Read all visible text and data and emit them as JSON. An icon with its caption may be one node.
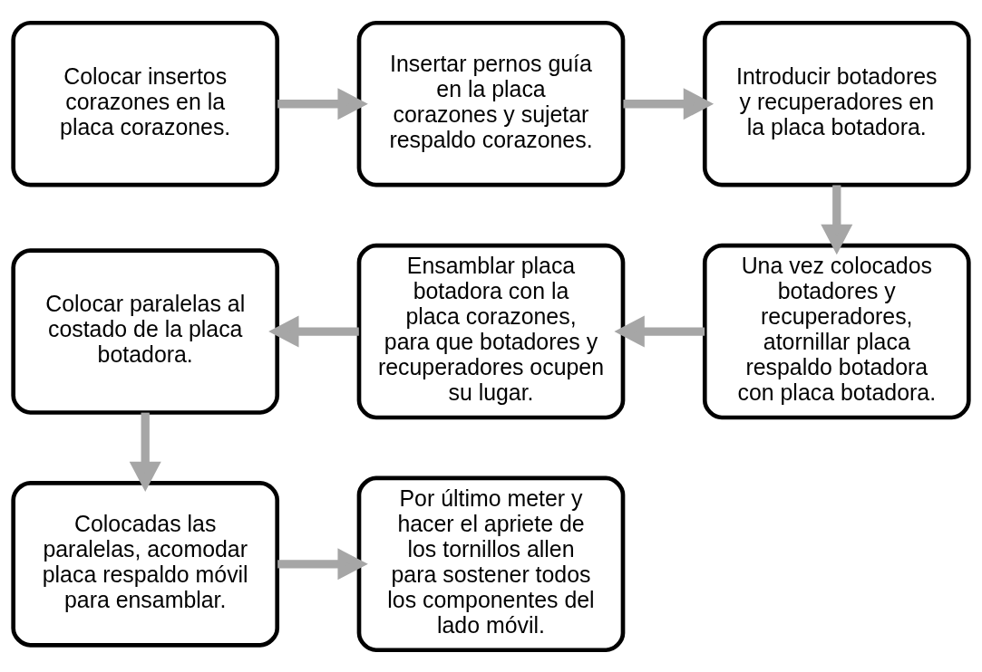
{
  "diagram": {
    "nodes": [
      {
        "text": [
          "Colocar insertos corazones en la placa corazones."
        ]
      },
      {
        "text": [
          "Insertar pernos guía en la placa corazones y sujetar respaldo corazones."
        ]
      },
      {
        "text": [
          "Introducir botadores y recuperadores en la placa botadora."
        ]
      },
      {
        "text": [
          "Una vez colocados botadores y recuperadores, atornillar placa respaldo botadora con placa botadora."
        ]
      },
      {
        "text": [
          "Ensamblar placa botadora con la placa corazones, para que botadores y recuperadores ocupen su lugar."
        ]
      },
      {
        "text": [
          "Colocar paralelas al costado de la placa botadora."
        ]
      },
      {
        "text": [
          "Colocadas las paralelas, acomodar placa respaldo móvil para ensamblar."
        ]
      },
      {
        "text": [
          "Por último meter y hacer el apriete de los tornillos allen para sostener todos los componentes del lado móvil."
        ]
      }
    ],
    "edges": [
      {
        "from": 0,
        "to": 1,
        "arrow": "to"
      },
      {
        "from": 1,
        "to": 2,
        "arrow": "to"
      },
      {
        "from": 2,
        "to": 3,
        "arrow": "to"
      },
      {
        "from": 3,
        "to": 4,
        "arrow": "to"
      },
      {
        "from": 4,
        "to": 5,
        "arrow": "to"
      },
      {
        "from": 5,
        "to": 6,
        "arrow": "to"
      },
      {
        "from": 6,
        "to": 7,
        "arrow": "to"
      }
    ]
  }
}
